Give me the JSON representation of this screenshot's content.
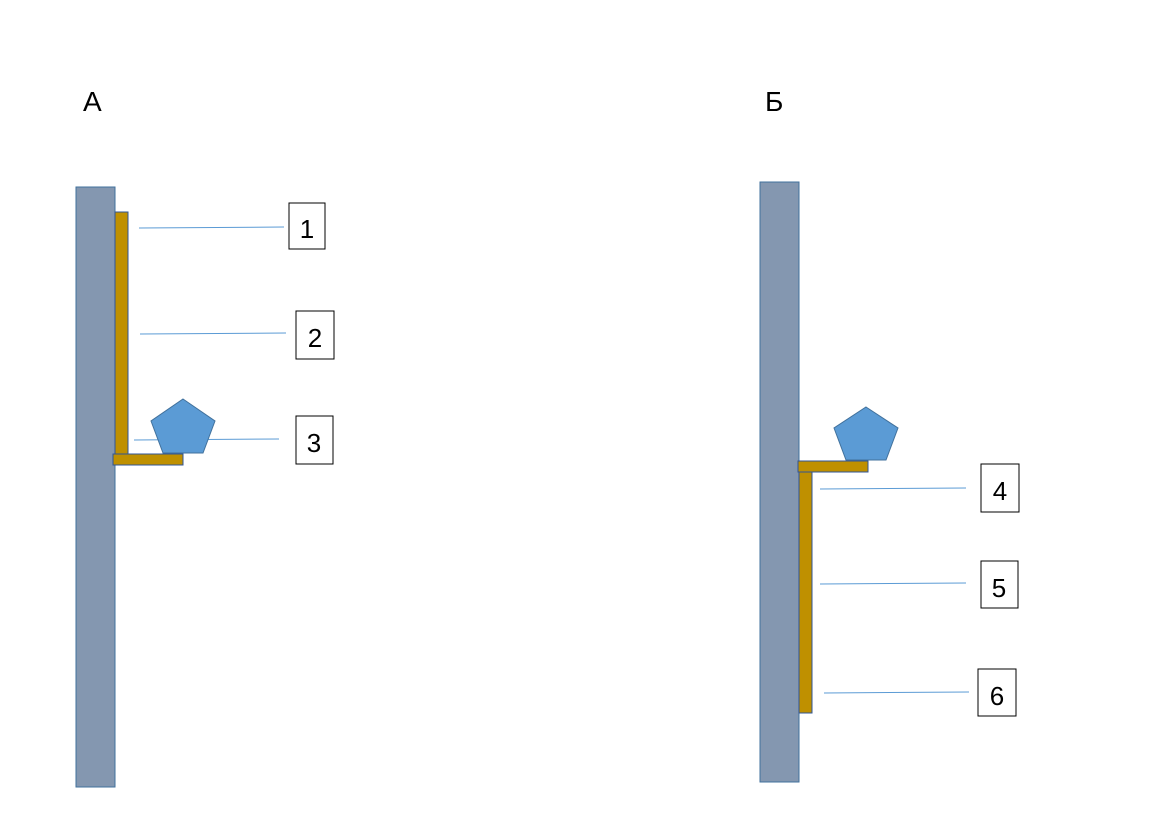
{
  "panels": [
    {
      "title": "А",
      "callouts": [
        "1",
        "2",
        "3"
      ]
    },
    {
      "title": "Б",
      "callouts": [
        "4",
        "5",
        "6"
      ]
    }
  ],
  "colors": {
    "wall": "#8497b0",
    "plate": "#bf9000",
    "pentagon": "#5b9bd5",
    "leader": "#5b9bd5"
  }
}
